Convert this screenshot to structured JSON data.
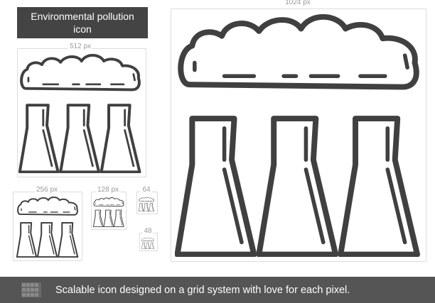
{
  "title": "Environmental pollution icon",
  "sizes": {
    "s1024": "1024 px",
    "s512": "512 px",
    "s256": "256 px",
    "s128": "128 px",
    "s64": "64",
    "s48": "48"
  },
  "footer": {
    "text": "Scalable icon designed on a grid system with love for each pixel."
  },
  "icon_name": "environmental-pollution-icon",
  "colors": {
    "stroke": "#404040",
    "title_bg": "#444444",
    "footer_bg": "#555555",
    "guide": "#dcdcdc"
  }
}
